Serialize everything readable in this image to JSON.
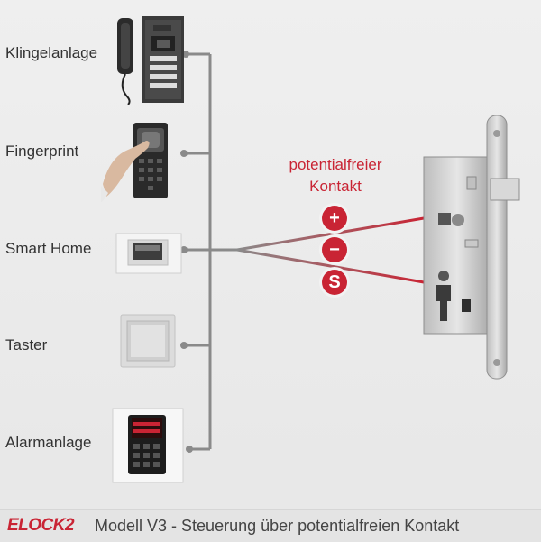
{
  "devices": [
    {
      "label": "Klingelanlage",
      "icon": "doorbell-intercom-icon"
    },
    {
      "label": "Fingerprint",
      "icon": "fingerprint-reader-icon"
    },
    {
      "label": "Smart Home",
      "icon": "smart-home-panel-icon"
    },
    {
      "label": "Taster",
      "icon": "push-button-switch-icon"
    },
    {
      "label": "Alarmanlage",
      "icon": "alarm-panel-icon"
    }
  ],
  "contact": {
    "title_line1": "potentialfreier",
    "title_line2": "Kontakt"
  },
  "terminals": [
    {
      "symbol": "+",
      "icon": "plus-terminal-icon"
    },
    {
      "symbol": "−",
      "icon": "minus-terminal-icon"
    },
    {
      "symbol": "S",
      "icon": "signal-terminal-icon"
    }
  ],
  "footer": {
    "brand": "ELOCK2",
    "caption": "Modell V3 - Steuerung über potentialfreien Kontakt"
  },
  "colors": {
    "accent": "#c92434",
    "wire": "#888888",
    "text": "#333333"
  }
}
